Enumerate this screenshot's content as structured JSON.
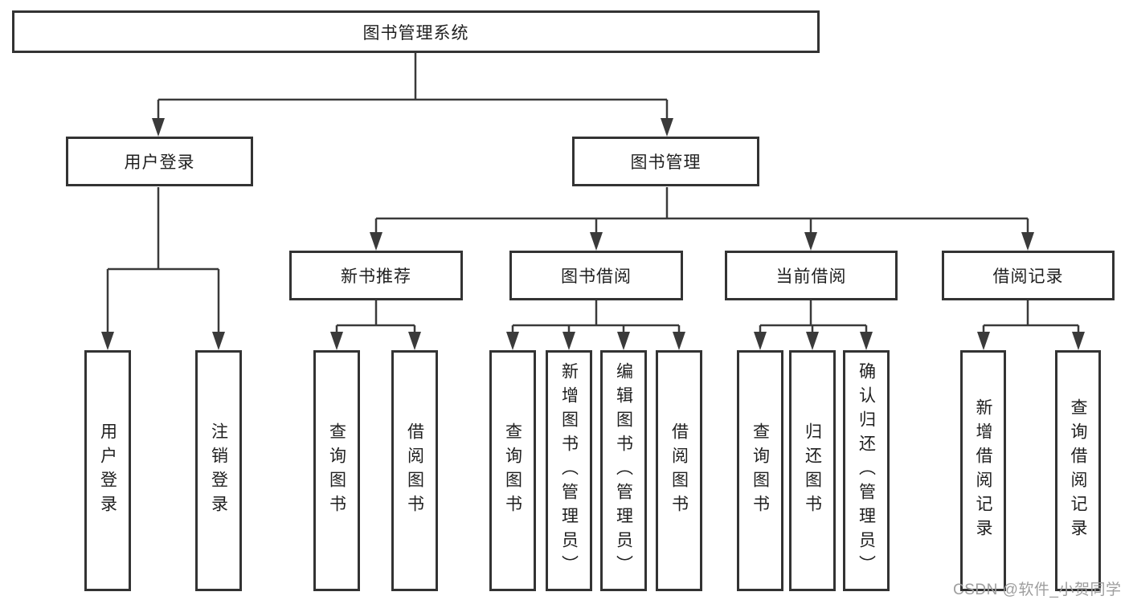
{
  "nodes": {
    "root": "图书管理系统",
    "user_login": "用户登录",
    "book_mgmt": "图书管理",
    "new_book": "新书推荐",
    "book_borrow": "图书借阅",
    "current_borrow": "当前借阅",
    "borrow_record": "借阅记录"
  },
  "leaves": {
    "user_login_leaf": "用户登录",
    "logout_leaf": "注销登录",
    "nb_query_books": "查询图书",
    "nb_borrow_books": "借阅图书",
    "bb_query_books": "查询图书",
    "bb_add_books": "新增图书（管理员）",
    "bb_edit_books": "编辑图书（管理员）",
    "bb_borrow_books": "借阅图书",
    "cb_query_books": "查询图书",
    "cb_return_books": "归还图书",
    "cb_confirm_return": "确认归还（管理员）",
    "br_add_record": "新增借阅记录",
    "br_query_record": "查询借阅记录"
  },
  "watermark": "CSDN @软件_小贺同学",
  "colors": {
    "line": "#3a3a3a",
    "border": "#333333",
    "text": "#1f1f1f",
    "watermark": "#9e9e9e",
    "background": "#ffffff"
  }
}
